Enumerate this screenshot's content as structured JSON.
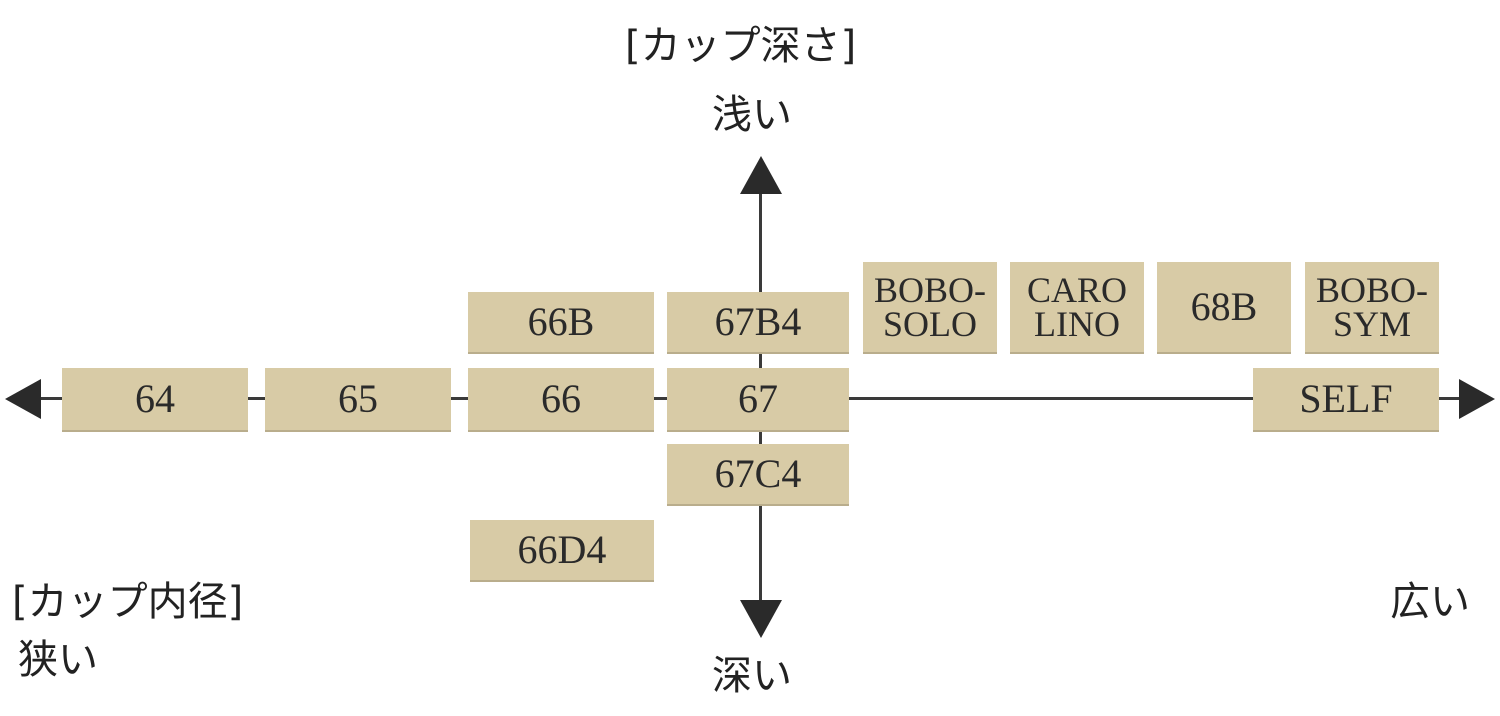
{
  "vertical_axis": {
    "title": "[カップ深さ]",
    "top_label": "浅い",
    "bottom_label": "深い"
  },
  "horizontal_axis": {
    "title": "[カップ内径]",
    "left_label": "狭い",
    "right_label": "広い"
  },
  "boxes": {
    "b64": "64",
    "b65": "65",
    "b66": "66",
    "b67": "67",
    "b66B": "66B",
    "b67B4": "67B4",
    "bobo_solo": "BOBO-\nSOLO",
    "caro_lino": "CARO\nLINO",
    "b68B": "68B",
    "bobo_sym": "BOBO-\nSYM",
    "self": "SELF",
    "b67C4": "67C4",
    "b66D4": "66D4"
  },
  "colors": {
    "box": "#d8cba6",
    "axis": "#3a3a3a"
  }
}
